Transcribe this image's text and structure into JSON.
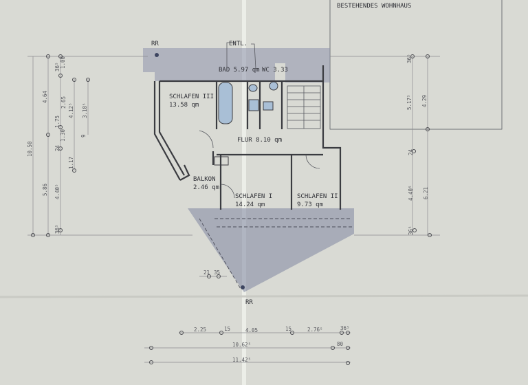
{
  "colors": {
    "paper": "#d9dad4",
    "roof_shading": "#8e94ab",
    "lines": "#3a3b40",
    "fixtures": "#a9bfd6"
  },
  "existing_house": "BESTEHENDES WOHNHAUS",
  "markers": {
    "rr_top": "RR",
    "rr_bottom": "RR",
    "ventilation": "ENTL."
  },
  "rooms": {
    "bad": "BAD 5.97 qm",
    "wc": "WC 3.33",
    "schlafen3_name": "SCHLAFEN III",
    "schlafen3_area": "13.58 qm",
    "flur": "FLUR 8.10 qm",
    "balkon_name": "BALKON",
    "balkon_area": "2.46 qm",
    "schlafen1_name": "SCHLAFEN I",
    "schlafen1_area": "14.24 qm",
    "schlafen2_name": "SCHLAFEN II",
    "schlafen2_area": "9.73 qm"
  },
  "dims_left": [
    "10.50",
    "4.64",
    "5.86",
    "36⁵",
    "1.00",
    "2.65",
    "4.12⁵",
    "3.18⁵",
    "1.75",
    "1.30",
    "9",
    "24",
    "1.17",
    "4.40⁵",
    "36⁵"
  ],
  "dims_right": [
    "36⁵",
    "5.17⁵",
    "4.29",
    "24",
    "4.40⁵",
    "6.21",
    "36⁵"
  ],
  "dims_bottom": [
    "2.25",
    "15",
    "4.05",
    "15",
    "2.76⁵",
    "36⁵",
    "10.62⁵",
    "80",
    "11.42⁵",
    "21",
    "35"
  ]
}
